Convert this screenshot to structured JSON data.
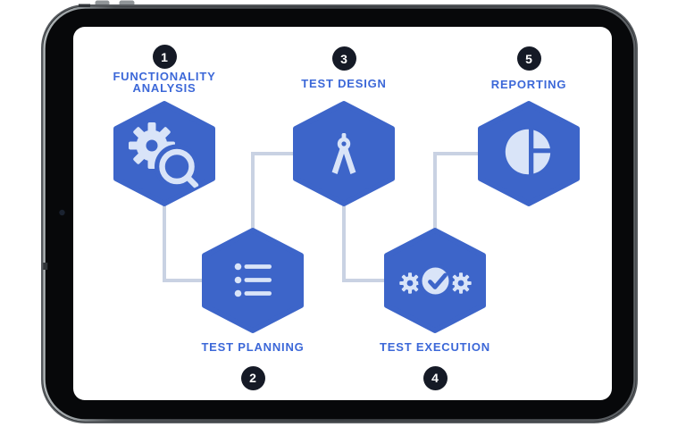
{
  "colors": {
    "hexagon_blue": "#3D65C9",
    "icon_light": "#D9E4F8",
    "label_blue": "#3C68D8",
    "connector_gray": "#C9D2E3",
    "badge_bg": "#151A26",
    "badge_text": "#FFFFFF",
    "screen_bg": "#FFFFFF",
    "tablet_body": "#07080A"
  },
  "diagram": {
    "steps": [
      {
        "number": "1",
        "label": "FUNCTIONALITY ANALYSIS",
        "icon": "gear-magnifier-icon"
      },
      {
        "number": "2",
        "label": "TEST PLANNING",
        "icon": "bulleted-list-icon"
      },
      {
        "number": "3",
        "label": "TEST DESIGN",
        "icon": "drafting-compass-icon"
      },
      {
        "number": "4",
        "label": "TEST EXECUTION",
        "icon": "gears-checkmark-icon"
      },
      {
        "number": "5",
        "label": "REPORTING",
        "icon": "pie-chart-icon"
      }
    ]
  }
}
